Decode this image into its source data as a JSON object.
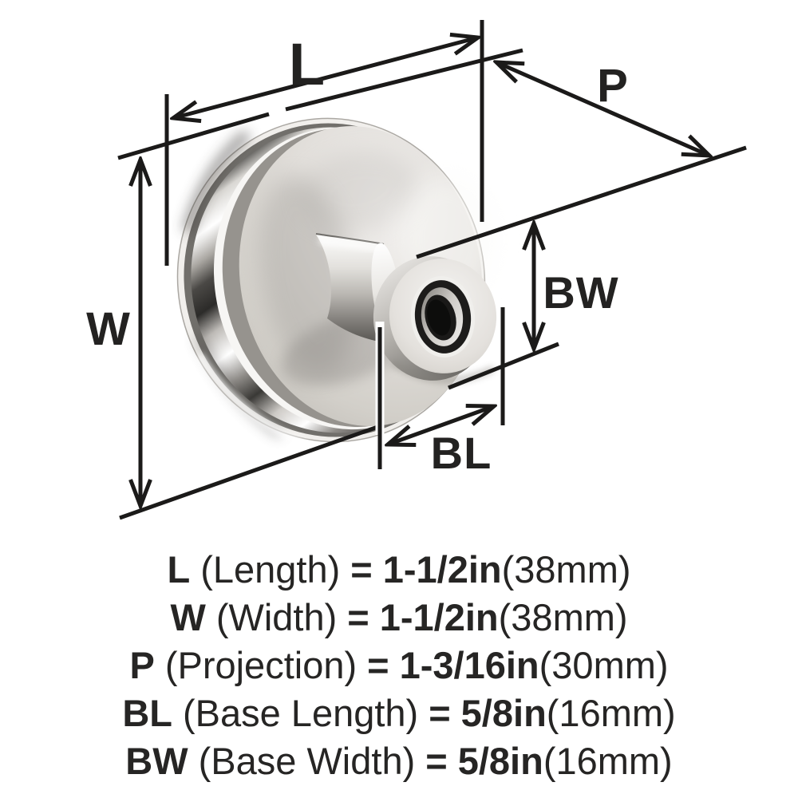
{
  "page": {
    "type": "product dimension diagram",
    "product": "round metal cabinet knob, polished nickel",
    "background": "#ffffff"
  },
  "diagram": {
    "labels": {
      "length": "L",
      "width": "W",
      "projection": "P",
      "base_width": "BW",
      "base_length": "BL"
    }
  },
  "dimensions": {
    "L": {
      "name": "Length",
      "inches": "1-1/2in",
      "metric": "38mm"
    },
    "W": {
      "name": "Width",
      "inches": "1-1/2in",
      "metric": "38mm"
    },
    "P": {
      "name": "Projection",
      "inches": "1-3/16in",
      "metric": "30mm"
    },
    "BL": {
      "name": "Base Length",
      "inches": "5/8in",
      "metric": "16mm"
    },
    "BW": {
      "name": "Base Width",
      "inches": "5/8in",
      "metric": "16mm"
    }
  },
  "legend": {
    "items": [
      {
        "symbol": "L",
        "name": "(Length)",
        "eq": "=",
        "inches": "1-1/2in",
        "metric": "(38mm)"
      },
      {
        "symbol": "W",
        "name": "(Width)",
        "eq": "=",
        "inches": "1-1/2in",
        "metric": "(38mm)"
      },
      {
        "symbol": "P",
        "name": "(Projection)",
        "eq": "=",
        "inches": "1-3/16in",
        "metric": "(30mm)"
      },
      {
        "symbol": "BL",
        "name": "(Base Length)",
        "eq": "=",
        "inches": "5/8in",
        "metric": "(16mm)"
      },
      {
        "symbol": "BW",
        "name": "(Base Width)",
        "eq": "=",
        "inches": "5/8in",
        "metric": "(16mm)"
      }
    ]
  },
  "colors": {
    "line": "#1b1a19",
    "text": "#262524",
    "metal_light": "#f2f0ee",
    "metal_mid": "#d6d3cf",
    "metal_dark": "#4a4946"
  }
}
